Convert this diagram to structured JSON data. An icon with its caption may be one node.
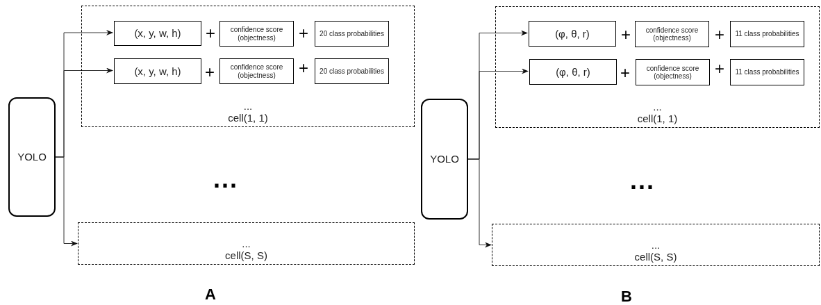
{
  "diagram": {
    "nodes": [
      {
        "text": [
          "YOLO"
        ]
      },
      {
        "text": [
          "...",
          "cell(1, 1)"
        ]
      },
      {
        "text": [
          "(x, y, w, h)"
        ],
        "in": 1
      },
      {
        "text": [
          "confidence score (objectness)"
        ],
        "in": 1
      },
      {
        "text": [
          "20 class probabilities"
        ],
        "in": 1
      },
      {
        "text": [
          "(x, y, w, h)"
        ],
        "in": 1
      },
      {
        "text": [
          "confidence score (objectness)"
        ],
        "in": 1
      },
      {
        "text": [
          "20 class probabilities"
        ],
        "in": 1
      },
      {
        "text": [
          "...",
          "cell(S, S)"
        ]
      },
      {
        "text": [
          "YOLO"
        ]
      },
      {
        "text": [
          "...",
          "cell(1, 1)"
        ]
      },
      {
        "text": [
          "(φ, θ, r)"
        ],
        "in": 10
      },
      {
        "text": [
          "confidence score (objectness)"
        ],
        "in": 10
      },
      {
        "text": [
          "11 class probabilities"
        ],
        "in": 10
      },
      {
        "text": [
          "(φ, θ, r)"
        ],
        "in": 10
      },
      {
        "text": [
          "confidence score (objectness)"
        ],
        "in": 10
      },
      {
        "text": [
          "11 class probabilities"
        ],
        "in": 10
      },
      {
        "text": [
          "...",
          "cell(S, S)"
        ]
      }
    ],
    "edges": [
      {
        "from": 0,
        "to": 2,
        "arrow": "to"
      },
      {
        "from": 0,
        "to": 5,
        "arrow": "to"
      },
      {
        "from": 0,
        "to": 8,
        "arrow": "to"
      },
      {
        "from": 9,
        "to": 11,
        "arrow": "to"
      },
      {
        "from": 9,
        "to": 14,
        "arrow": "to"
      },
      {
        "from": 9,
        "to": 17,
        "arrow": "to"
      }
    ],
    "labels": [
      "+",
      "+",
      "+",
      "+",
      "...",
      "A",
      "+",
      "+",
      "+",
      "+",
      "...",
      "B"
    ]
  }
}
